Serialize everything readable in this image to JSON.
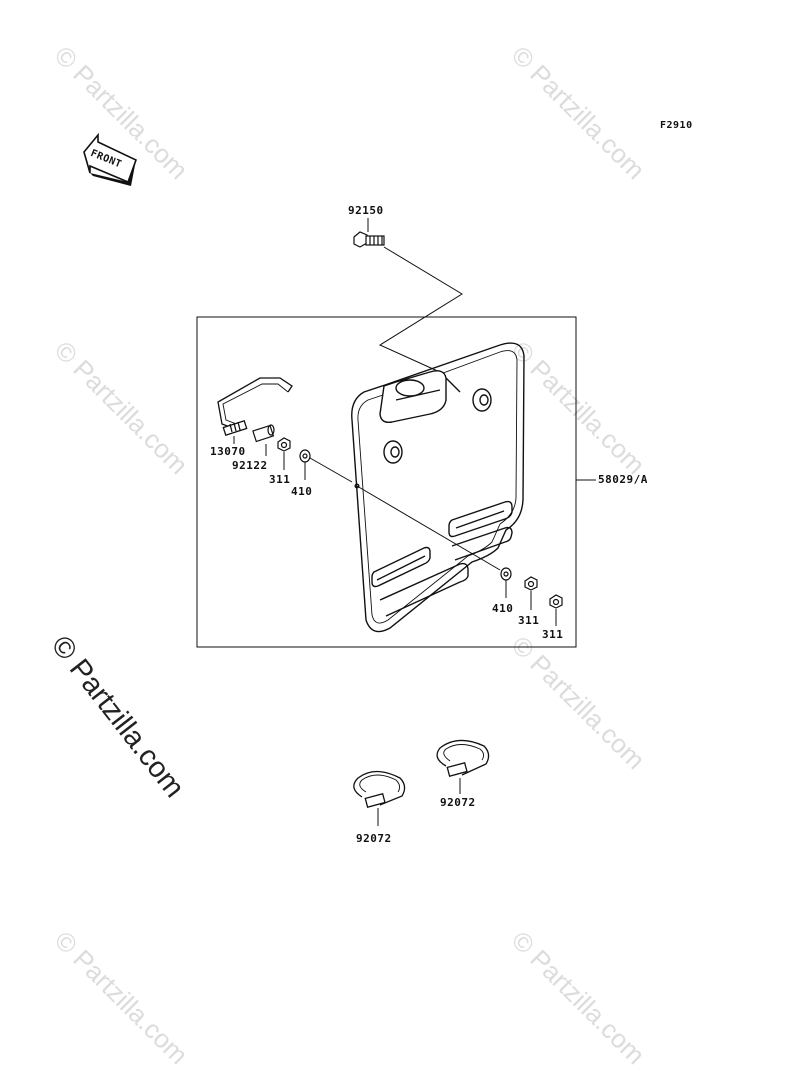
{
  "watermark": "© Partzilla.com",
  "figure_code": "F2910",
  "front_label": "FRONT",
  "parts": {
    "bolt": "92150",
    "assembly": "58029/A",
    "rod": "13070",
    "collar": "92122",
    "nut_left": "311",
    "washer_left": "410",
    "washer_right": "410",
    "nut_right_a": "311",
    "nut_right_b": "311",
    "band_left": "92072",
    "band_right": "92072"
  }
}
